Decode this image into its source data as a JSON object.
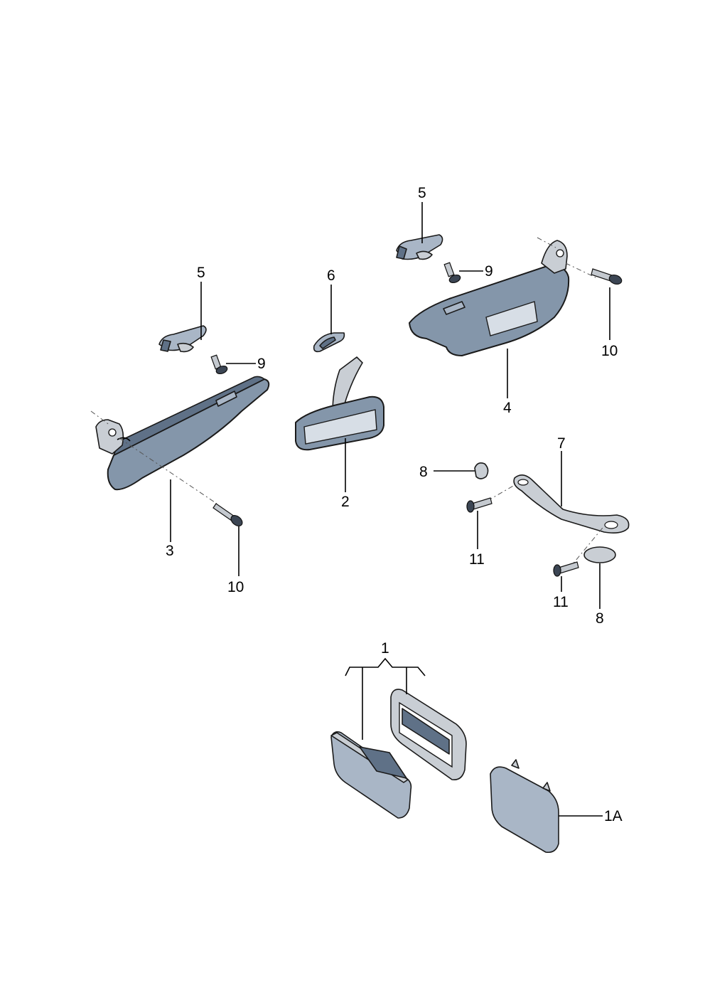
{
  "labels": {
    "p1": "1",
    "p1A": "1A",
    "p2": "2",
    "p3": "3",
    "p4": "4",
    "p5a": "5",
    "p5b": "5",
    "p6": "6",
    "p7": "7",
    "p8a": "8",
    "p8b": "8",
    "p9a": "9",
    "p9b": "9",
    "p10a": "10",
    "p10b": "10",
    "p11a": "11",
    "p11b": "11"
  },
  "colors": {
    "part_fill": "#8496aa",
    "part_light": "#a9b6c6",
    "outline": "#1a1a1a"
  }
}
